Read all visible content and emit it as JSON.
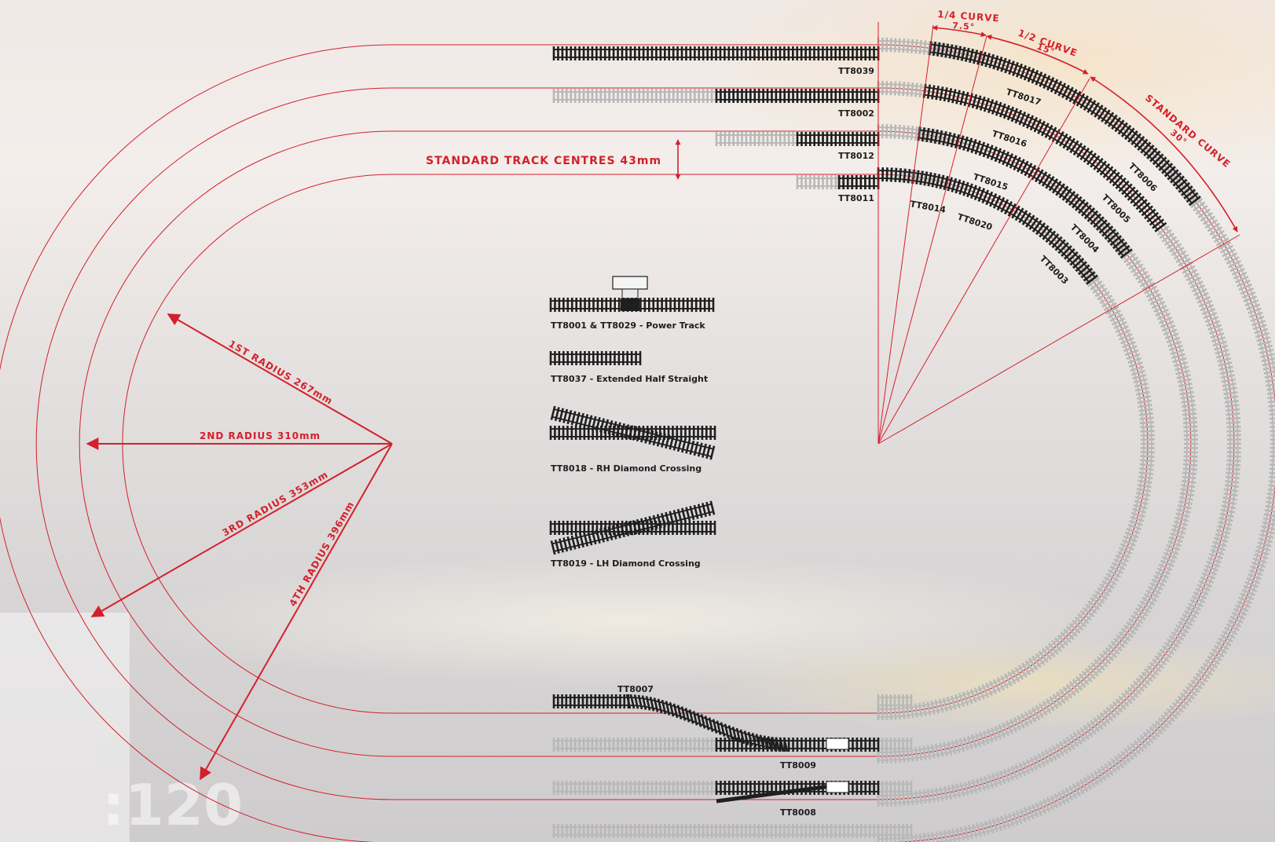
{
  "watermark": {
    "scale": ":120"
  },
  "labels": {
    "quarter_curve": "1/4 CURVE",
    "quarter_angle": "7.5°",
    "half_curve": "1/2 CURVE",
    "half_angle": "15°",
    "standard_curve": "STANDARD CURVE",
    "standard_angle": "30°",
    "track_centres": "STANDARD TRACK CENTRES 43mm",
    "radius1": "1ST RADIUS 267mm",
    "radius2": "2ND RADIUS 310mm",
    "radius3": "3RD RADIUS 353mm",
    "radius4": "4TH RADIUS 396mm"
  },
  "straight_codes": [
    "TT8039",
    "TT8002",
    "TT8012",
    "TT8011"
  ],
  "curve_codes": {
    "quarter": [
      "TT8014"
    ],
    "half": [
      "TT8017",
      "TT8016",
      "TT8015",
      "TT8020"
    ],
    "standard": [
      "TT8006",
      "TT8005",
      "TT8004",
      "TT8003"
    ]
  },
  "point_codes": {
    "top": "TT8007",
    "middle": "TT8009",
    "bottom": "TT8008"
  },
  "legend": [
    {
      "code": "TT8001 & TT8029 - Power Track"
    },
    {
      "code": "TT8037 - Extended Half Straight"
    },
    {
      "code": "TT8018 - RH Diamond Crossing"
    },
    {
      "code": "TT8019 - LH Diamond Crossing"
    }
  ],
  "colors": {
    "accent": "#d4202a",
    "track": "#1f1f1f",
    "ghost_track": "#b8b8b8"
  }
}
